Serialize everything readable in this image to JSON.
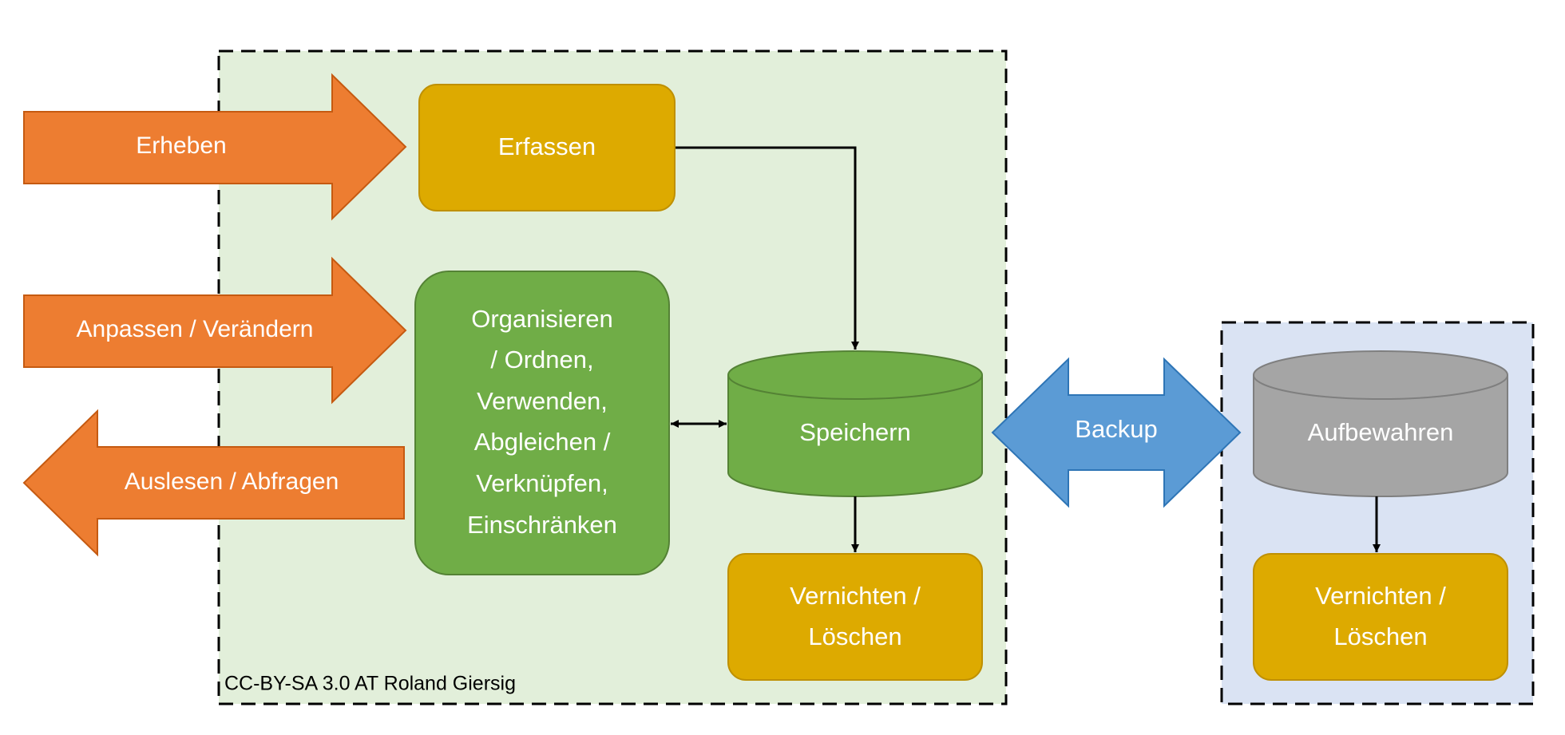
{
  "arrows": {
    "erheben": "Erheben",
    "anpassen": "Anpassen / Verändern",
    "auslesen": "Auslesen / Abfragen",
    "backup": "Backup"
  },
  "boxes": {
    "erfassen": "Erfassen",
    "organisieren": [
      "Organisieren",
      "/ Ordnen,",
      "Verwenden,",
      "Abgleichen /",
      "Verknüpfen,",
      "Einschränken"
    ],
    "speichern": "Speichern",
    "vernichten_main": [
      "Vernichten /",
      "Löschen"
    ],
    "aufbewahren": "Aufbewahren",
    "vernichten_backup": [
      "Vernichten /",
      "Löschen"
    ]
  },
  "credit": "CC-BY-SA 3.0 AT Roland Giersig",
  "colors": {
    "orange_arrow": "#ED7D31",
    "gold_box": "#DDAA00",
    "green_box": "#70AD47",
    "blue_arrow": "#5B9BD5",
    "gray_cylinder": "#A5A5A5",
    "main_region_bg": "#E2EFDA",
    "backup_region_bg": "#DAE3F3"
  }
}
